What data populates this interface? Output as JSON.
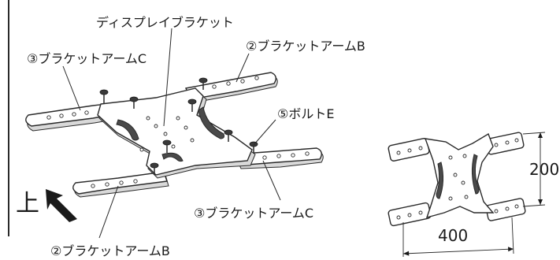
{
  "labels": {
    "display_bracket": "ディスプレイブラケット",
    "arm_c_top": "③ブラケットアームC",
    "arm_b_top": "②ブラケットアームB",
    "bolt_e": "⑤ボルトE",
    "arm_c_bottom": "③ブラケットアームC",
    "arm_b_bottom": "②ブラケットアームB",
    "up": "上"
  },
  "dimensions": {
    "height": "200",
    "width": "400"
  }
}
